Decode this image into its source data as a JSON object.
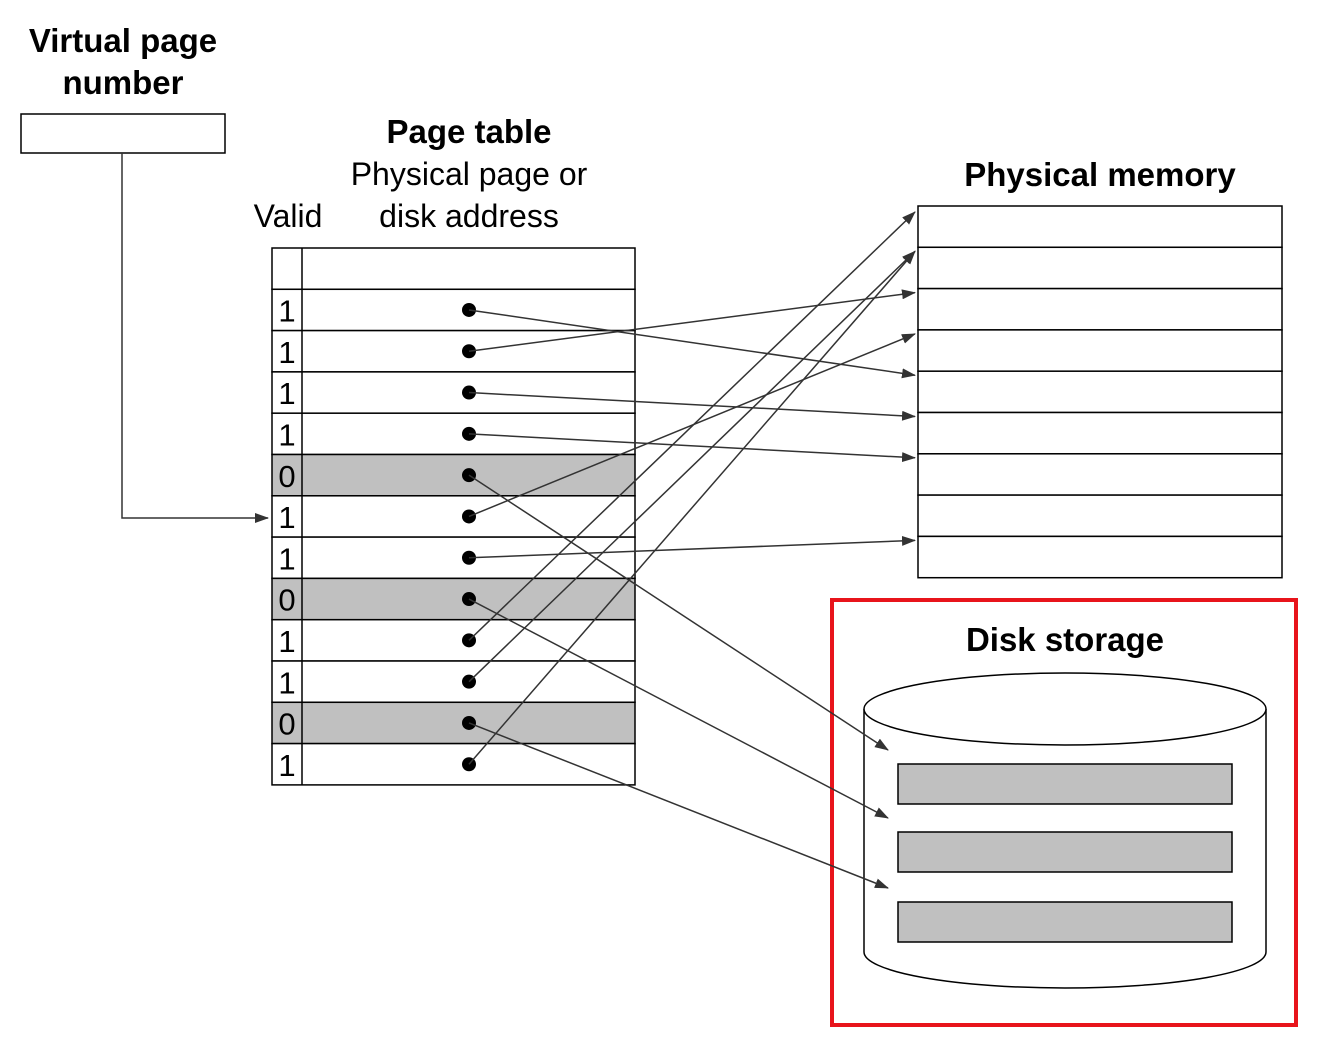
{
  "labels": {
    "virtual_page_number_line1": "Virtual page",
    "virtual_page_number_line2": "number",
    "page_table_title": "Page table",
    "physical_page_line1": "Physical page or",
    "physical_page_line2": "disk address",
    "valid_header": "Valid",
    "physical_memory_title": "Physical memory",
    "disk_storage_title": "Disk storage"
  },
  "page_table": {
    "rows": [
      {
        "valid": "1",
        "target": "memory",
        "slot": 4
      },
      {
        "valid": "1",
        "target": "memory",
        "slot": 2
      },
      {
        "valid": "1",
        "target": "memory",
        "slot": 5
      },
      {
        "valid": "1",
        "target": "memory",
        "slot": 6
      },
      {
        "valid": "0",
        "target": "disk",
        "slot": 0
      },
      {
        "valid": "1",
        "target": "memory",
        "slot": 3
      },
      {
        "valid": "1",
        "target": "memory",
        "slot": 8
      },
      {
        "valid": "0",
        "target": "disk",
        "slot": 1
      },
      {
        "valid": "1",
        "target": "memory",
        "slot": 0
      },
      {
        "valid": "1",
        "target": "memory",
        "slot": 1
      },
      {
        "valid": "0",
        "target": "disk",
        "slot": 2
      },
      {
        "valid": "1",
        "target": "memory",
        "slot": 1
      }
    ],
    "pointer_row": 5
  },
  "physical_memory": {
    "slots": 9
  },
  "disk_storage": {
    "blocks": 3
  },
  "colors": {
    "invalid_row_fill": "#c0c0c0",
    "disk_block_fill": "#c0c0c0",
    "highlight_border": "#e8141b",
    "line": "#000000",
    "arrow": "#333333"
  }
}
